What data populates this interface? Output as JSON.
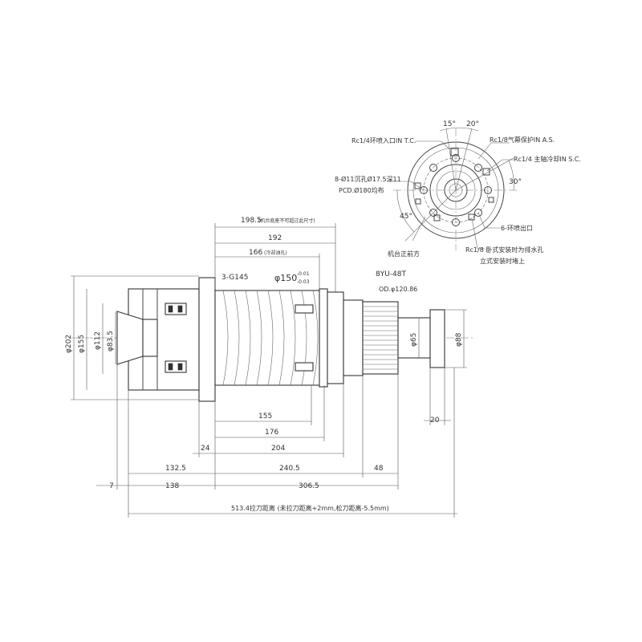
{
  "dimensions": {
    "d198_5": "198.5",
    "d198_5_note": "(机台底座不可超过此尺寸)",
    "d192": "192",
    "d166": "166",
    "d166_note": "(冷却油孔)",
    "g145": "3-G145",
    "phi150": "φ150",
    "phi150_tol_upper": "-0.01",
    "phi150_tol_lower": "-0.03",
    "pulley": "8YU-48T",
    "pulley_od": "OD.φ120.86",
    "phi202": "φ202",
    "phi155": "φ155",
    "phi112": "φ112",
    "phi83_5": "φ83.5",
    "phi65": "φ65",
    "phi88": "φ88",
    "d20": "20",
    "d155": "155",
    "d176": "176",
    "d24": "24",
    "d204": "204",
    "d132_5": "132.5",
    "d240_5": "240.5",
    "d48": "48",
    "d7": "7",
    "d138": "138",
    "d306_5": "306.5",
    "total": "513.4拉刀距离 (未拉刀距离+2mm,松刀距离-5.5mm)"
  },
  "end_view": {
    "ang15": "15°",
    "ang20": "20°",
    "ang30": "30°",
    "ang45": "45°",
    "rc14_tc": "Rc1/4环喷入口IN T.C.",
    "rc18_as": "Rc1/8气幕保护IN A.S.",
    "rc14_sc": "Rc1/4 主轴冷却IN S.C.",
    "holes_1": "8-Ø11沉孔Ø17.5深11",
    "holes_2": "PCD.Ø180均布",
    "outlet": "6-环喷出口",
    "front": "机台正前方",
    "rc18_h1": "Rc1/8 卧式安装时为排水孔",
    "rc18_h2": "立式安装时堵上"
  }
}
